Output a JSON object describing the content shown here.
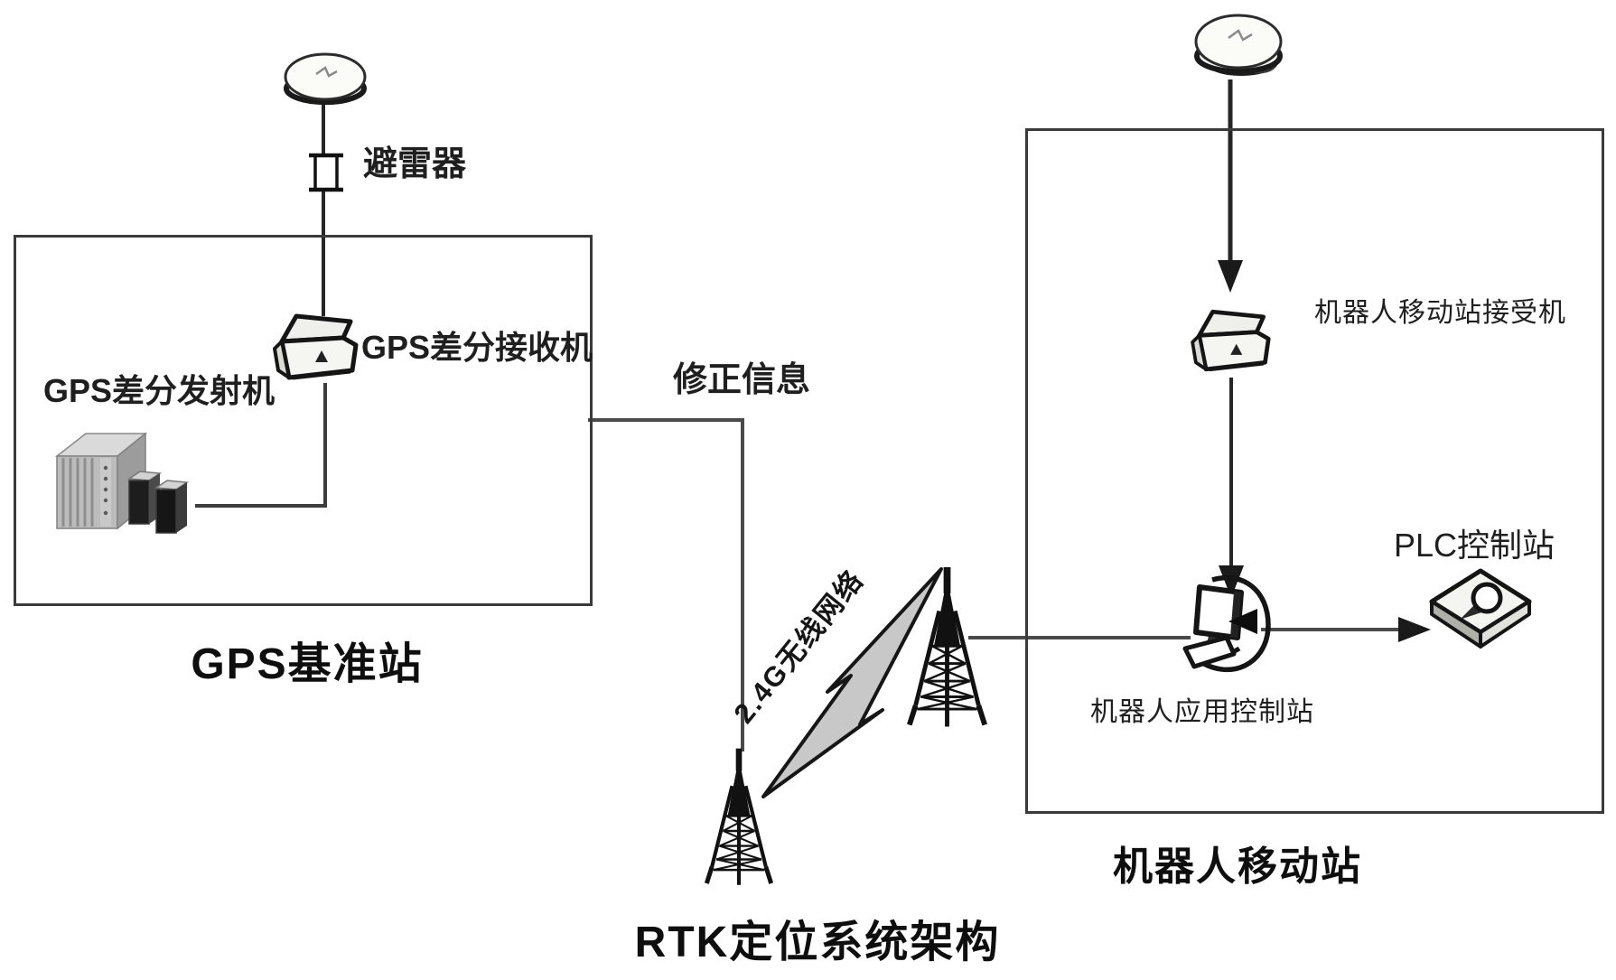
{
  "diagram": {
    "title": "RTK定位系统架构",
    "background": "#ffffff"
  },
  "titles": {
    "base_station": "GPS基准站",
    "mobile_station": "机器人移动站",
    "diagram": "RTK定位系统架构"
  },
  "labels": {
    "lightning_arrester": "避雷器",
    "gps_diff_receiver": "GPS差分接收机",
    "gps_diff_transmitter": "GPS差分发射机",
    "correction_info": "修正信息",
    "wireless_network": "2.4G无线网络",
    "robot_receiver": "机器人移动站接受机",
    "plc_station": "PLC控制站",
    "robot_control_station": "机器人应用控制站"
  },
  "icons": [
    "gps-antenna-icon",
    "lightning-arrester-icon",
    "gps-receiver-icon",
    "gps-transmitter-icon",
    "radio-tower-icon",
    "lightning-bolt-icon",
    "computer-icon",
    "plc-device-icon"
  ],
  "colors": {
    "line": "#3d3d3d",
    "border": "#3a3a3a",
    "text": "#1a1a1a",
    "bolt_fill": "#c8c8c8",
    "device_dark": "#1d1d1d",
    "background": "#ffffff"
  }
}
